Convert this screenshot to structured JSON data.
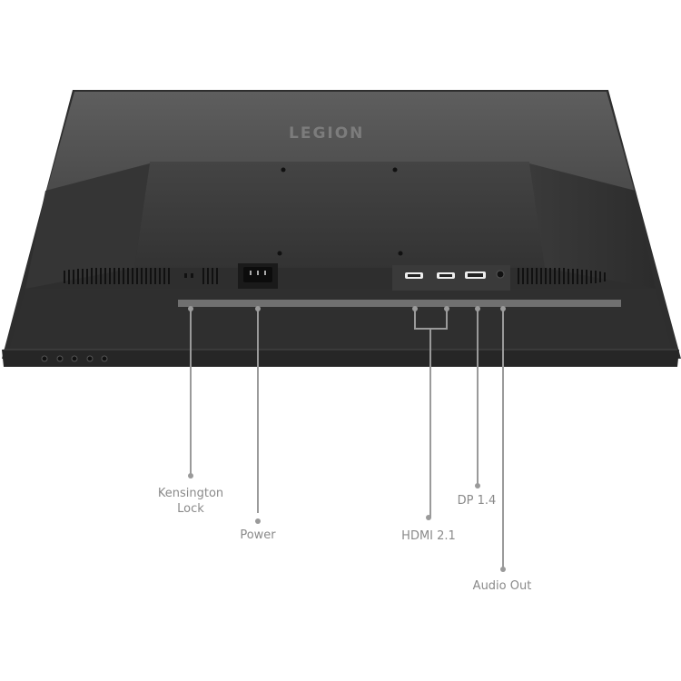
{
  "product": {
    "brand_logo": "LEGION",
    "view": "monitor rear view"
  },
  "colors": {
    "background": "#ffffff",
    "chassis_top": "#5a5a5a",
    "chassis_mid": "#3c3c3c",
    "chassis_dark": "#2c2c2c",
    "port_strip": "#707070",
    "callout_line": "#9a9a9a",
    "label_text": "#8a8a8a"
  },
  "callouts": [
    {
      "id": "kensington",
      "label_line1": "Kensington",
      "label_line2": "Lock"
    },
    {
      "id": "power",
      "label_line1": "Power"
    },
    {
      "id": "hdmi",
      "label_line1": "HDMI 2.1"
    },
    {
      "id": "dp",
      "label_line1": "DP 1.4"
    },
    {
      "id": "audio",
      "label_line1": "Audio Out"
    }
  ],
  "ports": {
    "hdmi_count": 2,
    "dp_count": 1,
    "audio_count": 1,
    "power_count": 1
  },
  "osd_buttons": {
    "count": 5
  }
}
